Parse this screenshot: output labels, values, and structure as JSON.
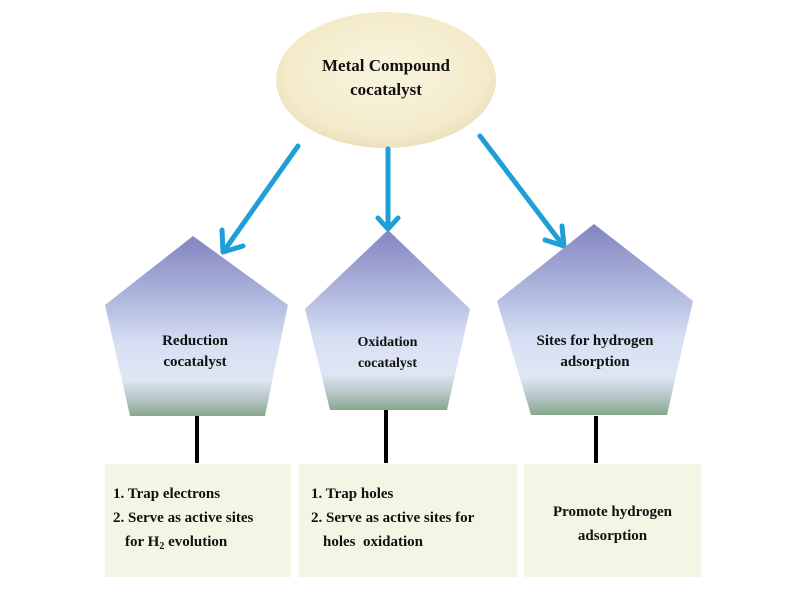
{
  "root": {
    "label_line1": "Metal Compound",
    "label_line2": "cocatalyst",
    "fill": "#f6efd4"
  },
  "arrow_color": "#1e9fd8",
  "categories": [
    {
      "id": "reduction",
      "label_line1": "Reduction",
      "label_line2": "cocatalyst",
      "functions": {
        "item1": "1. Trap electrons",
        "item2": "2. Serve as active sites",
        "item3_prefix": "for H",
        "item3_sub": "2",
        "item3_suffix": " evolution"
      }
    },
    {
      "id": "oxidation",
      "label_line1": "Oxidation",
      "label_line2": "cocatalyst",
      "functions": {
        "item1": "1. Trap holes",
        "item2": "2. Serve as active sites for",
        "item3": "holes  oxidation"
      }
    },
    {
      "id": "hydrogen-adsorption",
      "label_line1": "Sites for hydrogen",
      "label_line2": "adsorption",
      "functions": {
        "line1": "Promote hydrogen",
        "line2": "adsorption"
      }
    }
  ],
  "colors": {
    "pentagon_top": "#8e8fc6",
    "pentagon_mid": "#dce5f5",
    "pentagon_bottom": "#8fab92",
    "box_fill": "#f3f6e4",
    "connector": "#000000"
  }
}
